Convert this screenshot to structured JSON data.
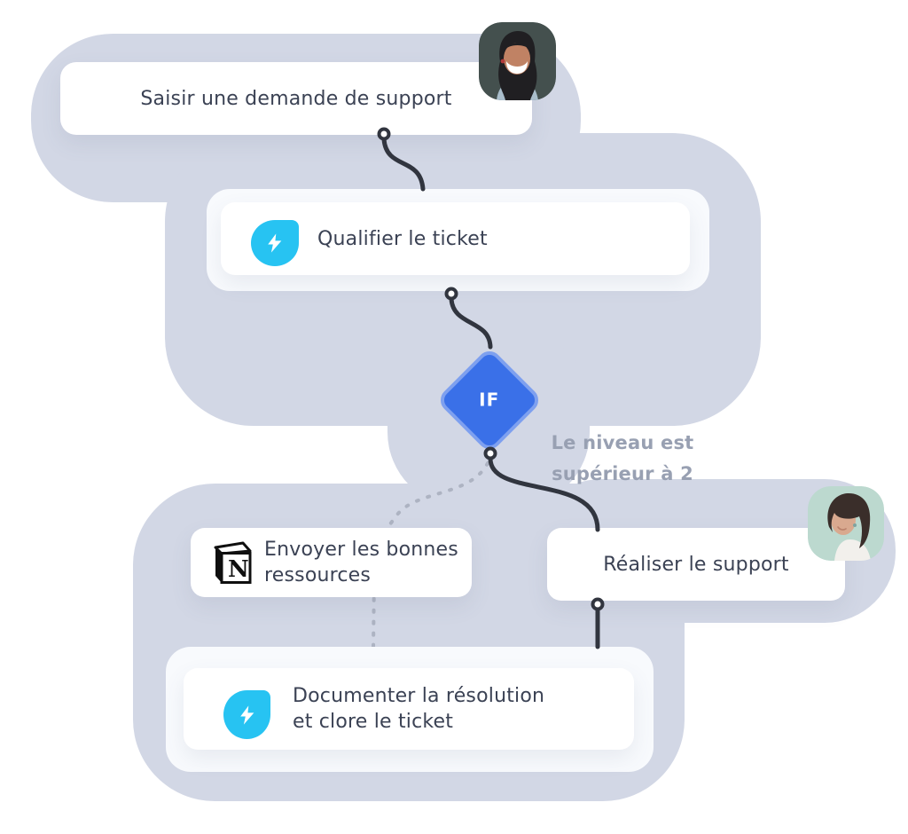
{
  "diagram": {
    "type": "support-workflow",
    "nodes": {
      "trigger": {
        "label": "Saisir une demande de support"
      },
      "qualify": {
        "label": "Qualifier le ticket",
        "icon": "bolt-icon"
      },
      "condition": {
        "label": "IF",
        "note": "Le niveau est supérieur à 2"
      },
      "resources": {
        "label": "Envoyer les bonnes ressources",
        "icon": "notion-icon"
      },
      "support": {
        "label": "Réaliser le support"
      },
      "document": {
        "label": "Documenter la résolution et clore le ticket",
        "icon": "bolt-icon"
      }
    },
    "avatars": {
      "requester": "woman-smiling-avatar",
      "agent": "woman-bob-avatar"
    },
    "colors": {
      "condition_fill": "#3a70e8",
      "condition_border": "#7ea0ef",
      "bolt_icon_bg": "#27c3f2",
      "blob": "#d2d7e5",
      "card_text": "#3b4254",
      "note_text": "#98a0b2",
      "connector": "#31353f",
      "connector_dashed": "#adb3c2"
    }
  }
}
